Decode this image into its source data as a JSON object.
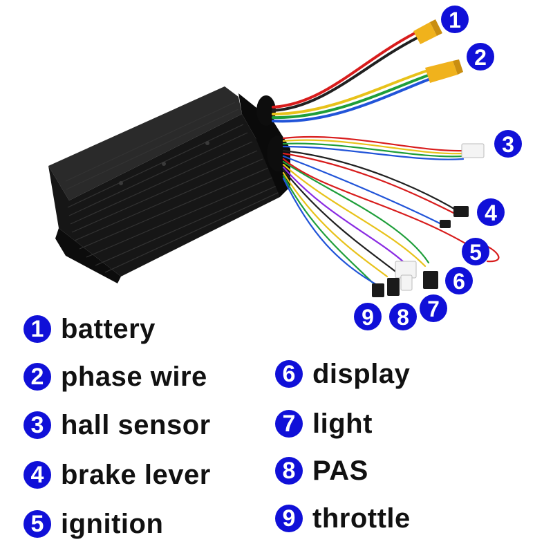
{
  "colors": {
    "badge": "#1010d8",
    "wire_red": "#d81c1c",
    "wire_yellow": "#e8c21a",
    "wire_green": "#1e9e3a",
    "wire_blue": "#2154d8",
    "connector_yellow": "#f0b21c",
    "housing": "#141414"
  },
  "callouts": [
    {
      "number": "1",
      "icon": "number-badge"
    },
    {
      "number": "2",
      "icon": "number-badge"
    },
    {
      "number": "3",
      "icon": "number-badge"
    },
    {
      "number": "4",
      "icon": "number-badge"
    },
    {
      "number": "5",
      "icon": "number-badge"
    },
    {
      "number": "6",
      "icon": "number-badge"
    },
    {
      "number": "7",
      "icon": "number-badge"
    },
    {
      "number": "8",
      "icon": "number-badge"
    },
    {
      "number": "9",
      "icon": "number-badge"
    }
  ],
  "legend": [
    {
      "number": "1",
      "label": "battery"
    },
    {
      "number": "2",
      "label": "phase wire"
    },
    {
      "number": "3",
      "label": "hall sensor"
    },
    {
      "number": "4",
      "label": "brake lever"
    },
    {
      "number": "5",
      "label": "ignition"
    },
    {
      "number": "6",
      "label": "display"
    },
    {
      "number": "7",
      "label": "light"
    },
    {
      "number": "8",
      "label": "PAS"
    },
    {
      "number": "9",
      "label": "throttle"
    }
  ]
}
